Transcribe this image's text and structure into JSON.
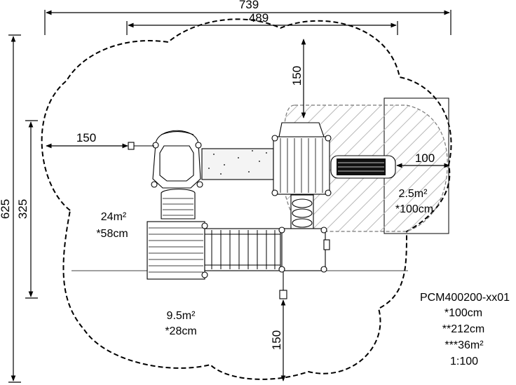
{
  "dimensions": {
    "total_width": "739",
    "inner_width": "489",
    "total_height": "625",
    "inner_height": "325",
    "top_clearance": "150",
    "left_clearance": "150",
    "right_clearance": "100",
    "bottom_clearance": "150"
  },
  "areas": {
    "slide_zone_area": "2.5m²",
    "slide_zone_depth": "*100cm",
    "upper_zone_area": "24m²",
    "upper_zone_depth": "*58cm",
    "lower_zone_area": "9.5m²",
    "lower_zone_depth": "*28cm"
  },
  "spec": {
    "model": "PCM400200-xx01",
    "fall_height": "*100cm",
    "free_height": "**212cm",
    "safety_area": "***36m²",
    "scale": "1:100"
  }
}
